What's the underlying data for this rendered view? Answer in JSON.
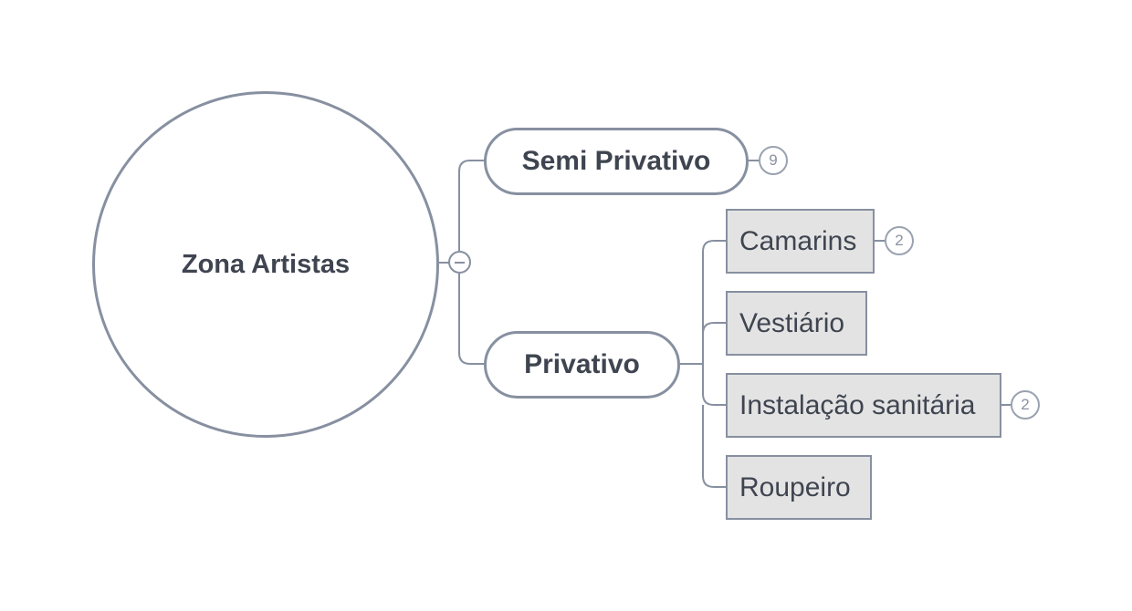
{
  "mindmap": {
    "root": {
      "label": "Zona Artistas"
    },
    "topics": [
      {
        "label": "Semi Privativo",
        "hidden_count": "9"
      },
      {
        "label": "Privativo",
        "subtopics": [
          {
            "label": "Camarins",
            "hidden_count": "2"
          },
          {
            "label": "Vestiário"
          },
          {
            "label": "Instalação sanitária",
            "hidden_count": "2"
          },
          {
            "label": "Roupeiro"
          }
        ]
      }
    ]
  },
  "colors": {
    "line": "#8790a0",
    "text": "#3f4550",
    "subtopic_fill": "#e3e3e3",
    "badge_text": "#8a92a0"
  }
}
